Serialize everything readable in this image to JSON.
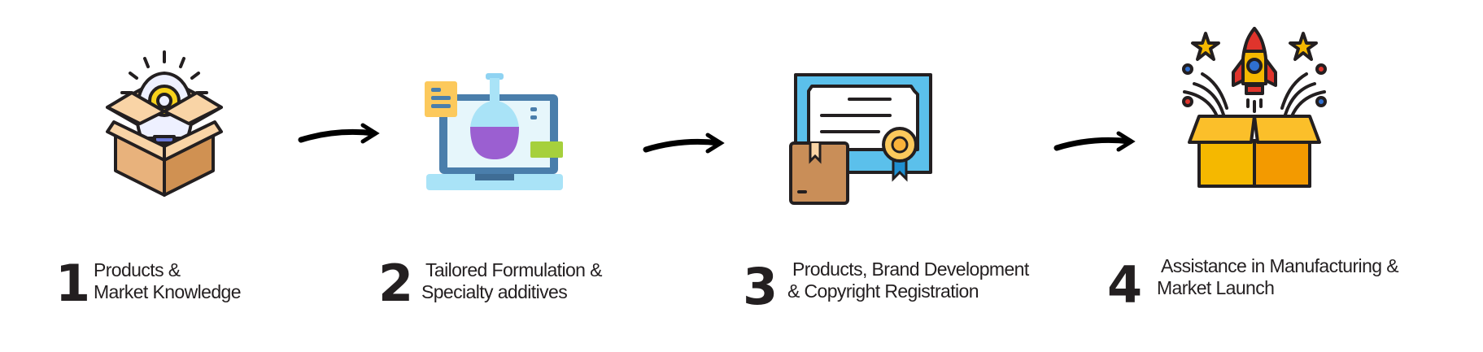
{
  "steps": [
    {
      "number": "1",
      "line1": "Products &",
      "line2": "Market Knowledge",
      "icon": "lightbulb-box-icon"
    },
    {
      "number": "2",
      "line1": "Tailored Formulation &",
      "line2": "Specialty additives",
      "icon": "laptop-flask-icon"
    },
    {
      "number": "3",
      "line1": "Products, Brand Development",
      "line2": "& Copyright Registration",
      "icon": "certificate-box-icon"
    },
    {
      "number": "4",
      "line1": "Assistance in Manufacturing &",
      "line2": "Market Launch",
      "icon": "rocket-box-icon"
    }
  ],
  "colors": {
    "text": "#231f20",
    "box": "#e8b27c",
    "laptop": "#4a7eab",
    "flask": "#9b5fd1",
    "certificate": "#5bc0eb",
    "launch_box": "#f5b800",
    "rocket": "#e0342c"
  }
}
